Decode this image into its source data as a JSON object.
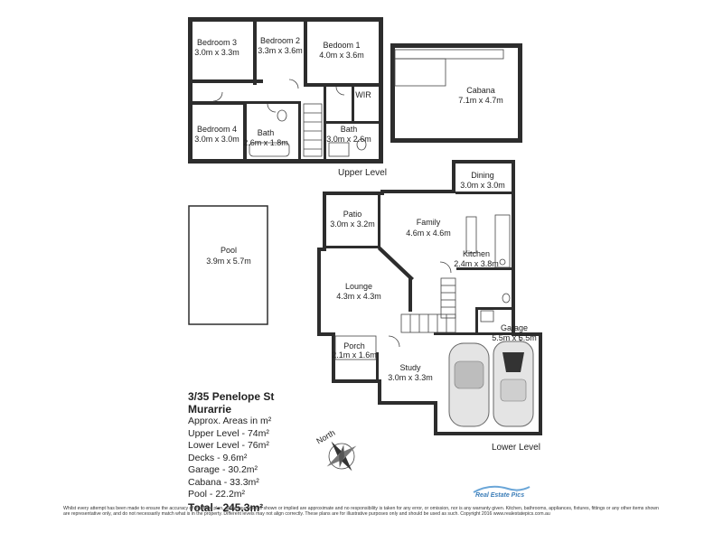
{
  "rooms": {
    "bedroom3": {
      "name": "Bedroom 3",
      "size": "3.0m x 3.3m"
    },
    "bedroom2": {
      "name": "Bedroom 2",
      "size": "3.3m x 3.6m"
    },
    "bedroom1": {
      "name": "Bedoom 1",
      "size": "4.0m x 3.6m"
    },
    "bedroom4": {
      "name": "Bedroom 4",
      "size": "3.0m x 3.0m"
    },
    "bath1": {
      "name": "Bath",
      "size": "2.6m x 1.8m"
    },
    "bath2": {
      "name": "Bath",
      "size": "3.0m x 2.6m"
    },
    "wir": {
      "name": "WIR"
    },
    "cabana": {
      "name": "Cabana",
      "size": "7.1m x 4.7m"
    },
    "dining": {
      "name": "Dining",
      "size": "3.0m x 3.0m"
    },
    "patio": {
      "name": "Patio",
      "size": "3.0m x 3.2m"
    },
    "family": {
      "name": "Family",
      "size": "4.6m x 4.6m"
    },
    "kitchen": {
      "name": "Kitchen",
      "size": "2.4m x 3.8m"
    },
    "pool": {
      "name": "Pool",
      "size": "3.9m x 5.7m"
    },
    "lounge": {
      "name": "Lounge",
      "size": "4.3m x 4.3m"
    },
    "garage": {
      "name": "Garage",
      "size": "5.5m x 5.5m"
    },
    "porch": {
      "name": "Porch",
      "size": "2.1m x 1.6m"
    },
    "study": {
      "name": "Study",
      "size": "3.0m x 3.3m"
    }
  },
  "levels": {
    "upper": "Upper Level",
    "lower": "Lower Level"
  },
  "compass": {
    "label": "North"
  },
  "info": {
    "address_line1": "3/35 Penelope St",
    "address_line2": "Murarrie",
    "areas_heading": "Approx. Areas in m²",
    "upper": "Upper Level - 74m²",
    "lower": "Lower Level - 76m²",
    "decks": "Decks - 9.6m²",
    "garage": "Garage - 30.2m²",
    "cabana": "Cabana - 33.3m²",
    "pool": "Pool - 22.2m²",
    "total": "Total - 245.3m²"
  },
  "brand": {
    "name": "Real Estate Pics"
  },
  "disclaimer": "Whilst every attempt has been made to ensure the accuracy of this floor plan, all measurements shown or implied are approximate and no responsibility is taken for any error, or omission, nor is any warranty given. Kitchen, bathrooms, appliances, fixtures, fittings or any other items shown are representative only, and do not necessarily match what is in the property. Different levels may not align correctly. These plans are for illustrative purposes only and should be used as such. Copyright 2016 www.realestatepics.com.au"
}
